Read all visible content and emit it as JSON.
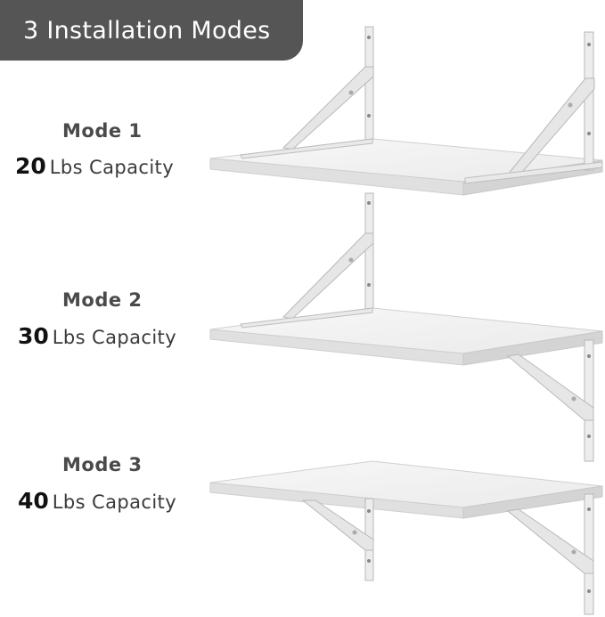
{
  "banner": {
    "title": "3 Installation Modes"
  },
  "modes": [
    {
      "label": "Mode 1",
      "capacity_value": "20",
      "capacity_text": "Lbs Capacity"
    },
    {
      "label": "Mode 2",
      "capacity_value": "30",
      "capacity_text": "Lbs Capacity"
    },
    {
      "label": "Mode 3",
      "capacity_value": "40",
      "capacity_text": "Lbs Capacity"
    }
  ],
  "colors": {
    "banner_bg": "#555555",
    "shelf_top": "#f2f2f2",
    "shelf_edge": "#dcdcdc",
    "bracket": "#e9e9e9",
    "bracket_stroke": "#b5b5b5"
  }
}
